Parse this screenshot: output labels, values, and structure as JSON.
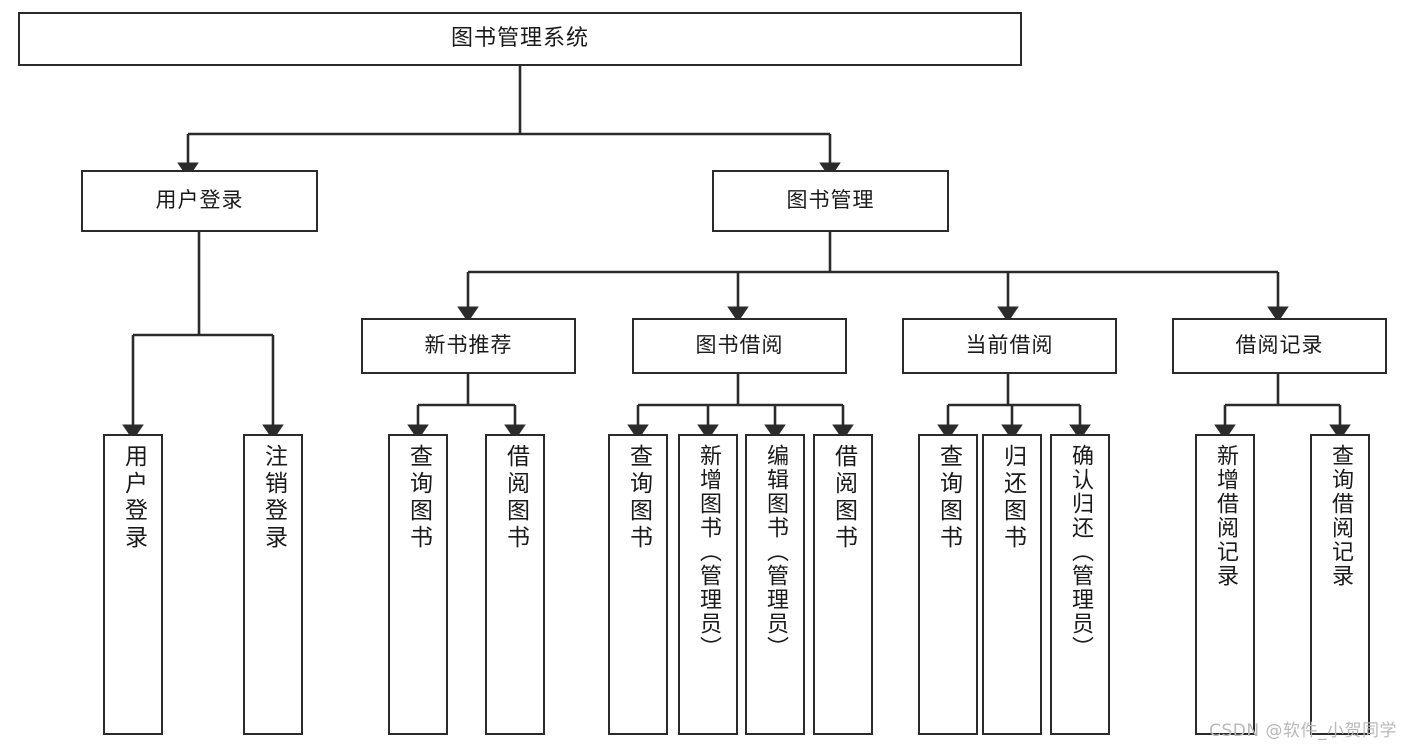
{
  "diagram": {
    "type": "tree",
    "title": "图书管理系统",
    "orientation": "top-down",
    "colors": {
      "background": "#ffffff",
      "box_border": "#2b2b2b",
      "box_fill": "#ffffff",
      "edge": "#2b2b2b",
      "text": "#1a1a1a",
      "watermark": "#b9b9b9"
    },
    "levels": {
      "root": "图书管理系统",
      "level2": [
        "用户登录",
        "图书管理"
      ],
      "level3": [
        "新书推荐",
        "图书借阅",
        "当前借阅",
        "借阅记录"
      ]
    },
    "nodes": {
      "root": {
        "label": "图书管理系统",
        "orientation": "horizontal"
      },
      "user_login": {
        "label": "用户登录",
        "orientation": "horizontal"
      },
      "book_mgmt": {
        "label": "图书管理",
        "orientation": "horizontal"
      },
      "new_book_rec": {
        "label": "新书推荐",
        "orientation": "horizontal"
      },
      "book_borrow": {
        "label": "图书借阅",
        "orientation": "horizontal"
      },
      "current_borrow": {
        "label": "当前借阅",
        "orientation": "horizontal"
      },
      "borrow_record": {
        "label": "借阅记录",
        "orientation": "horizontal"
      },
      "leaf_user_login": {
        "label": "用户登录",
        "orientation": "vertical"
      },
      "leaf_logout": {
        "label": "注销登录",
        "orientation": "vertical"
      },
      "leaf_query_book_1": {
        "label": "查询图书",
        "orientation": "vertical"
      },
      "leaf_borrow_book_1": {
        "label": "借阅图书",
        "orientation": "vertical"
      },
      "leaf_query_book_2": {
        "label": "查询图书",
        "orientation": "vertical"
      },
      "leaf_add_book": {
        "label": "新增图书（管理员）",
        "orientation": "vertical"
      },
      "leaf_edit_book": {
        "label": "编辑图书（管理员）",
        "orientation": "vertical"
      },
      "leaf_borrow_book_2": {
        "label": "借阅图书",
        "orientation": "vertical"
      },
      "leaf_query_book_3": {
        "label": "查询图书",
        "orientation": "vertical"
      },
      "leaf_return_book": {
        "label": "归还图书",
        "orientation": "vertical"
      },
      "leaf_confirm_return": {
        "label": "确认归还（管理员）",
        "orientation": "vertical"
      },
      "leaf_add_record": {
        "label": "新增借阅记录",
        "orientation": "vertical"
      },
      "leaf_query_record": {
        "label": "查询借阅记录",
        "orientation": "vertical"
      }
    },
    "edges": [
      {
        "from": "root",
        "to": "user_login"
      },
      {
        "from": "root",
        "to": "book_mgmt"
      },
      {
        "from": "user_login",
        "to": "leaf_user_login"
      },
      {
        "from": "user_login",
        "to": "leaf_logout"
      },
      {
        "from": "book_mgmt",
        "to": "new_book_rec"
      },
      {
        "from": "book_mgmt",
        "to": "book_borrow"
      },
      {
        "from": "book_mgmt",
        "to": "current_borrow"
      },
      {
        "from": "book_mgmt",
        "to": "borrow_record"
      },
      {
        "from": "new_book_rec",
        "to": "leaf_query_book_1"
      },
      {
        "from": "new_book_rec",
        "to": "leaf_borrow_book_1"
      },
      {
        "from": "book_borrow",
        "to": "leaf_query_book_2"
      },
      {
        "from": "book_borrow",
        "to": "leaf_add_book"
      },
      {
        "from": "book_borrow",
        "to": "leaf_edit_book"
      },
      {
        "from": "book_borrow",
        "to": "leaf_borrow_book_2"
      },
      {
        "from": "current_borrow",
        "to": "leaf_query_book_3"
      },
      {
        "from": "current_borrow",
        "to": "leaf_return_book"
      },
      {
        "from": "current_borrow",
        "to": "leaf_confirm_return"
      },
      {
        "from": "borrow_record",
        "to": "leaf_add_record"
      },
      {
        "from": "borrow_record",
        "to": "leaf_query_record"
      }
    ]
  },
  "watermark": {
    "text": "CSDN @软件_小贺同学"
  }
}
